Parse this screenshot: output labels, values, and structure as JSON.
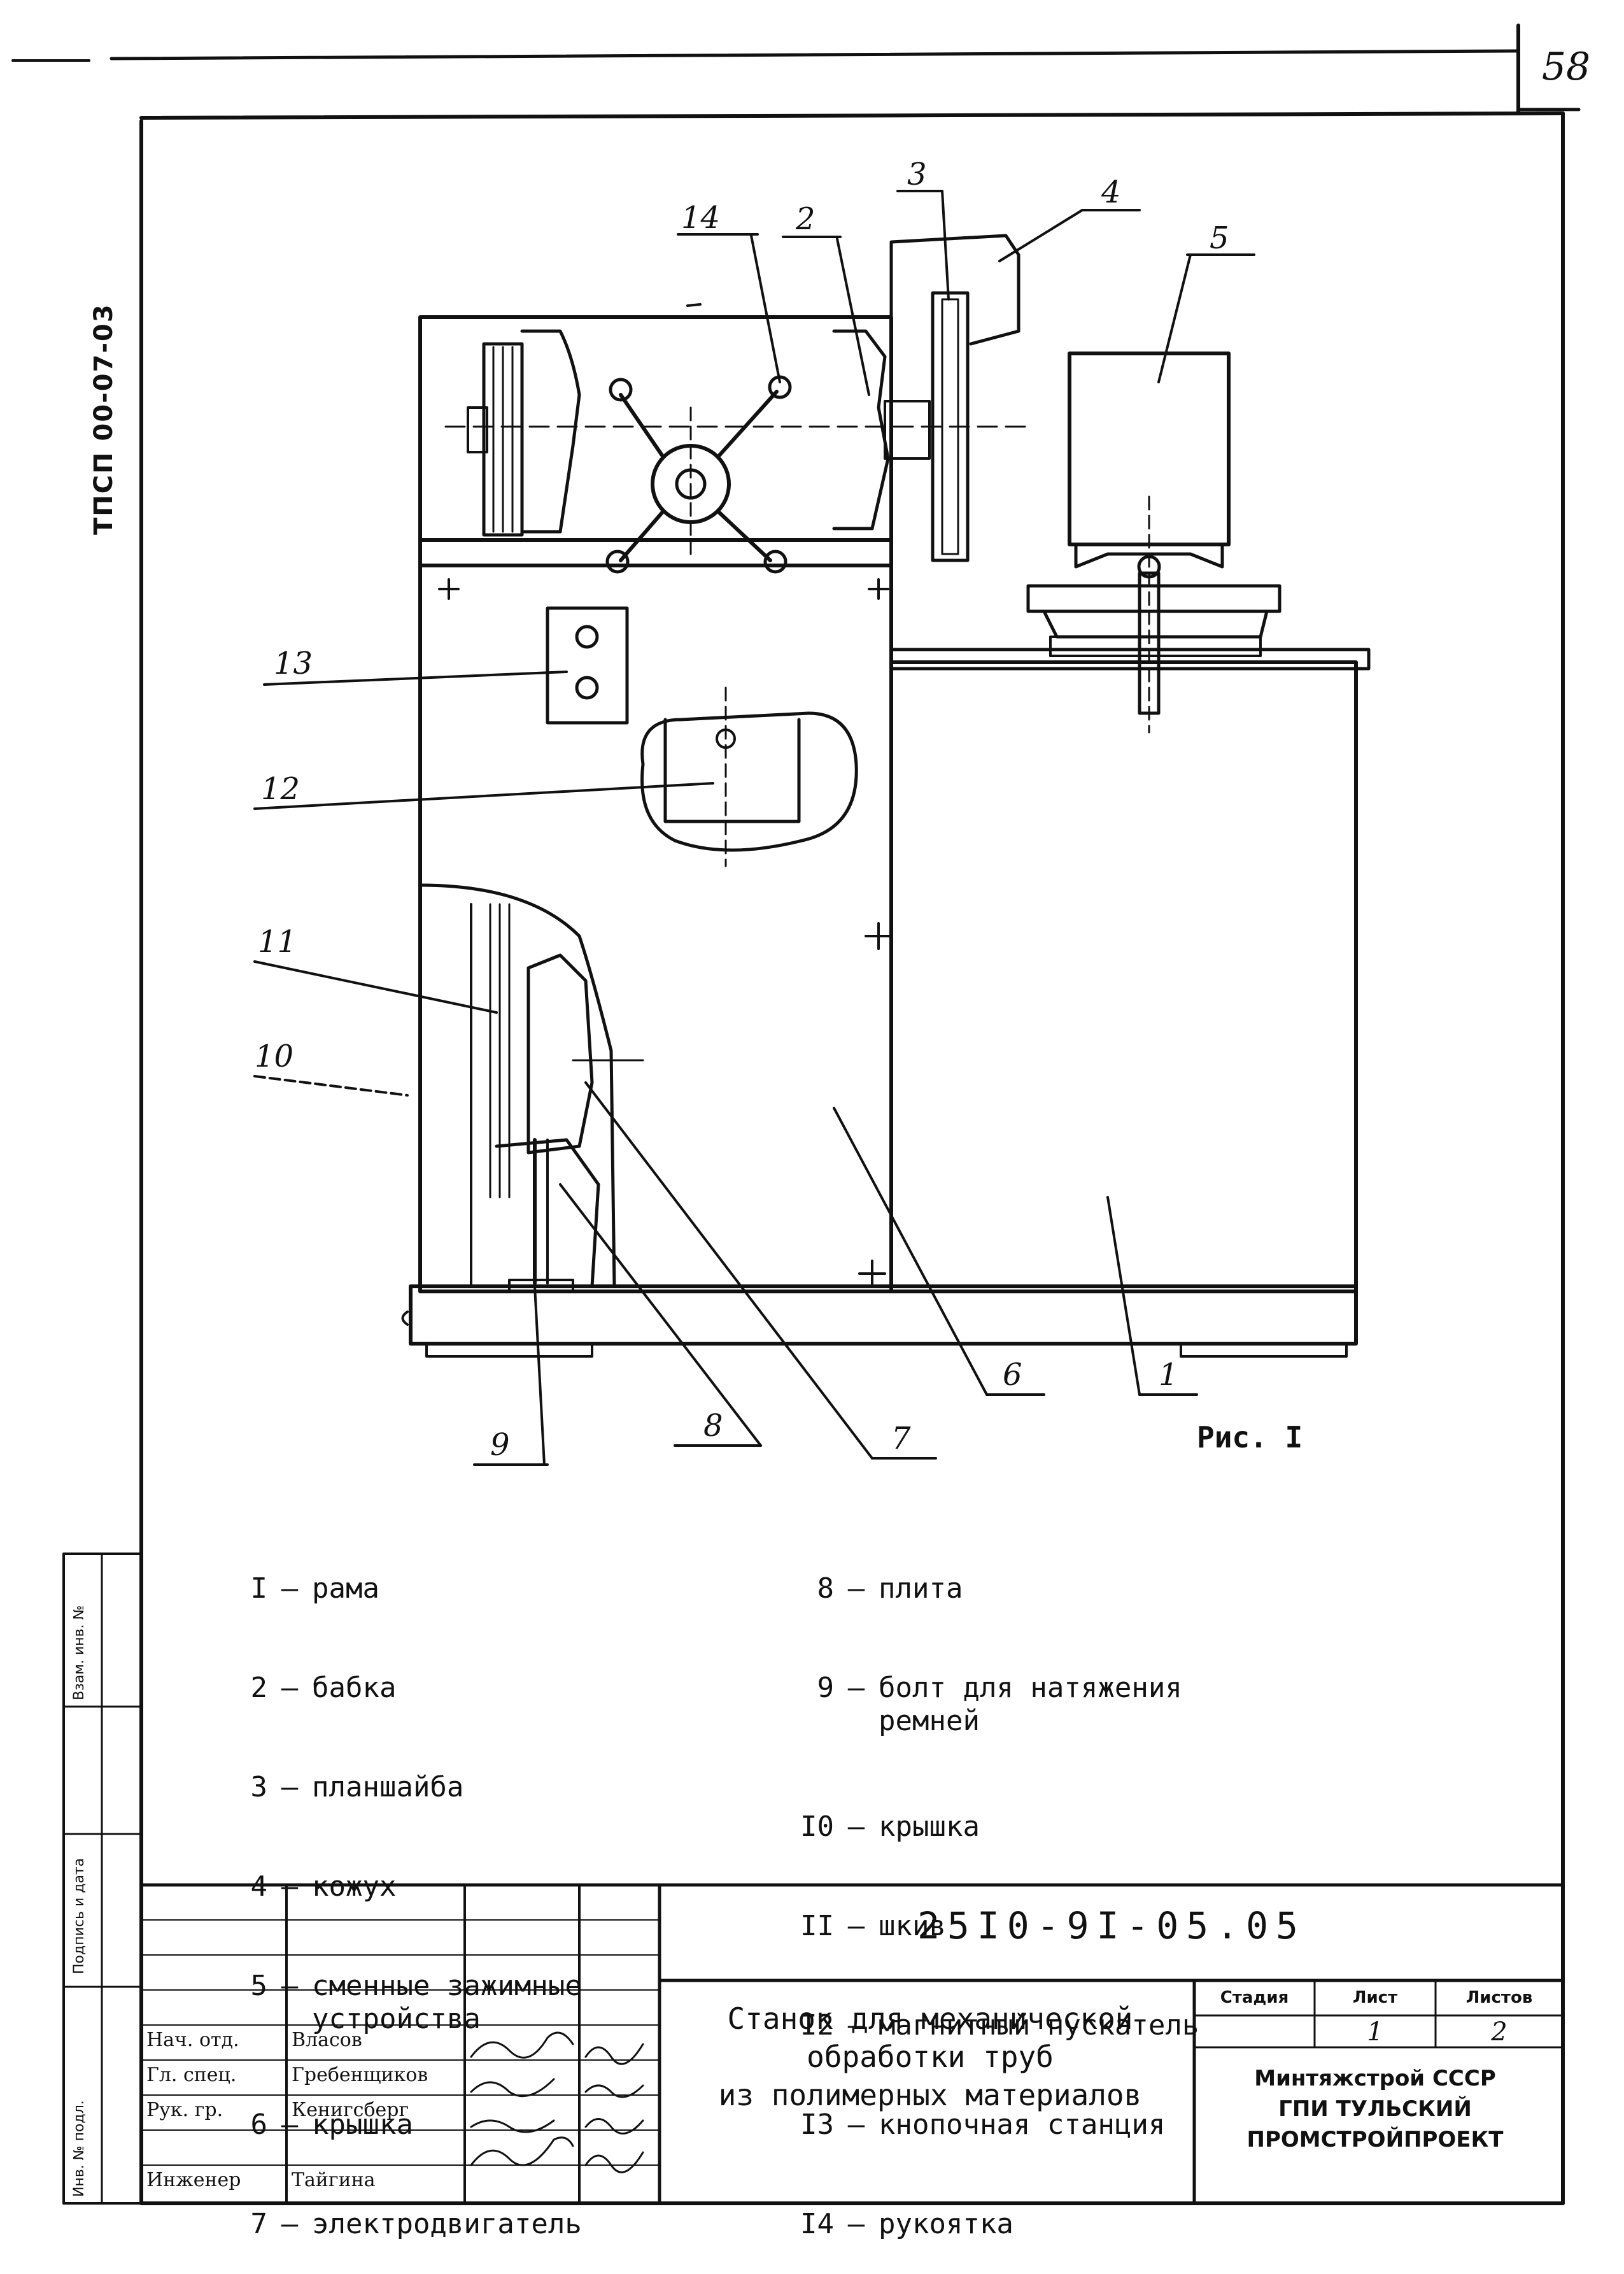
{
  "page_number": "58",
  "side_code": "ТПСП 00-07-03",
  "figure": {
    "caption": "Рис. I",
    "callouts": [
      "1",
      "2",
      "3",
      "4",
      "5",
      "6",
      "7",
      "8",
      "9",
      "10",
      "11",
      "12",
      "13",
      "14"
    ]
  },
  "legend_left": [
    {
      "num": "I",
      "text": "рама"
    },
    {
      "num": "2",
      "text": "бабка"
    },
    {
      "num": "3",
      "text": "планшайба"
    },
    {
      "num": "4",
      "text": "кожух"
    },
    {
      "num": "5",
      "text": "сменные зажимные\nустройства"
    },
    {
      "num": "6",
      "text": "крышка"
    },
    {
      "num": "7",
      "text": "электродвигатель"
    }
  ],
  "legend_right": [
    {
      "num": "8",
      "text": "плита"
    },
    {
      "num": "9",
      "text": "болт для натяжения\nремней"
    },
    {
      "num": "I0",
      "text": "крышка"
    },
    {
      "num": "II",
      "text": "шкив"
    },
    {
      "num": "I2",
      "text": "магнитный пускатель"
    },
    {
      "num": "I3",
      "text": "кнопочная станция"
    },
    {
      "num": "I4",
      "text": "рукоятка"
    }
  ],
  "title_block": {
    "doc_code": "25I0-9I-05.05",
    "title": "Станок для механической\nобработки труб\nиз полимерных материалов",
    "stage_header": "Стадия",
    "sheet_header": "Лист",
    "sheets_header": "Листов",
    "sheet": "1",
    "sheets": "2",
    "org": "Минтяжстрой СССР\nГПИ ТУЛЬСКИЙ\nПРОМСТРОЙПРОЕКТ",
    "signatures": [
      {
        "role": "Нач. отд.",
        "name": "Власов"
      },
      {
        "role": "Гл. спец.",
        "name": "Гребенщиков"
      },
      {
        "role": "Рук. гр.",
        "name": "Кенигсберг"
      },
      {
        "role": "Инженер",
        "name": "Тайгина"
      }
    ]
  },
  "stamp_labels": [
    "Взам. инв. №",
    "Подпись и дата",
    "Инв. № подл."
  ]
}
